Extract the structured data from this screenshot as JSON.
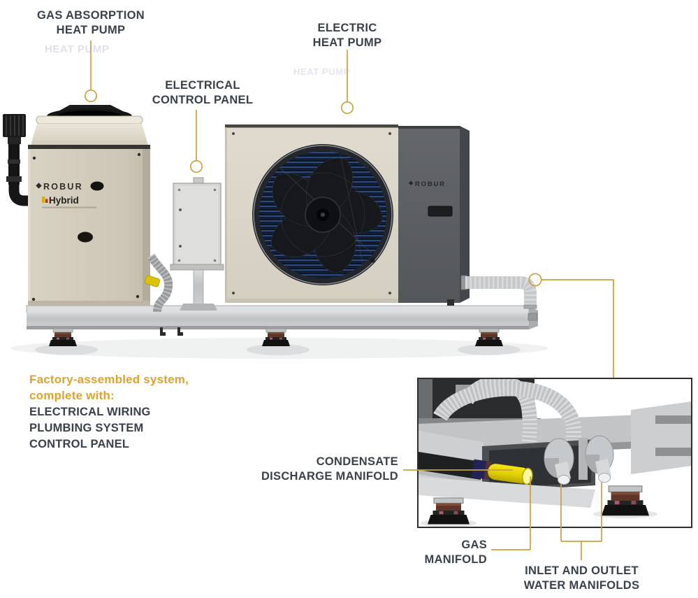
{
  "colors": {
    "accent_gold": "#c6a33c",
    "features_title_orange": "#dca32f",
    "label_text": "#3a414b"
  },
  "callouts": {
    "gas_absorption": {
      "label": "GAS ABSORPTION\nHEAT PUMP"
    },
    "electric": {
      "label": "ELECTRIC\nHEAT PUMP"
    },
    "control_panel": {
      "label": "ELECTRICAL\nCONTROL PANEL"
    },
    "condensate": {
      "label": "CONDENSATE\nDISCHARGE MANIFOLD"
    },
    "gas_manifold": {
      "label": "GAS\nMANIFOLD"
    },
    "water_manifolds": {
      "label": "INLET AND OUTLET\nWATER MANIFOLDS"
    }
  },
  "features": {
    "title": "Factory-assembled system,\ncomplete with:",
    "items": [
      "ELECTRICAL WIRING",
      "PLUMBING SYSTEM",
      "CONTROL PANEL"
    ]
  },
  "branding": {
    "left_unit_logo": "ROBUR",
    "left_unit_product": "Hybrid",
    "right_unit_logo": "ROBUR"
  },
  "ghost_text": {
    "g1": "HEAT PUMP",
    "g2": "HEAT PUMP"
  }
}
